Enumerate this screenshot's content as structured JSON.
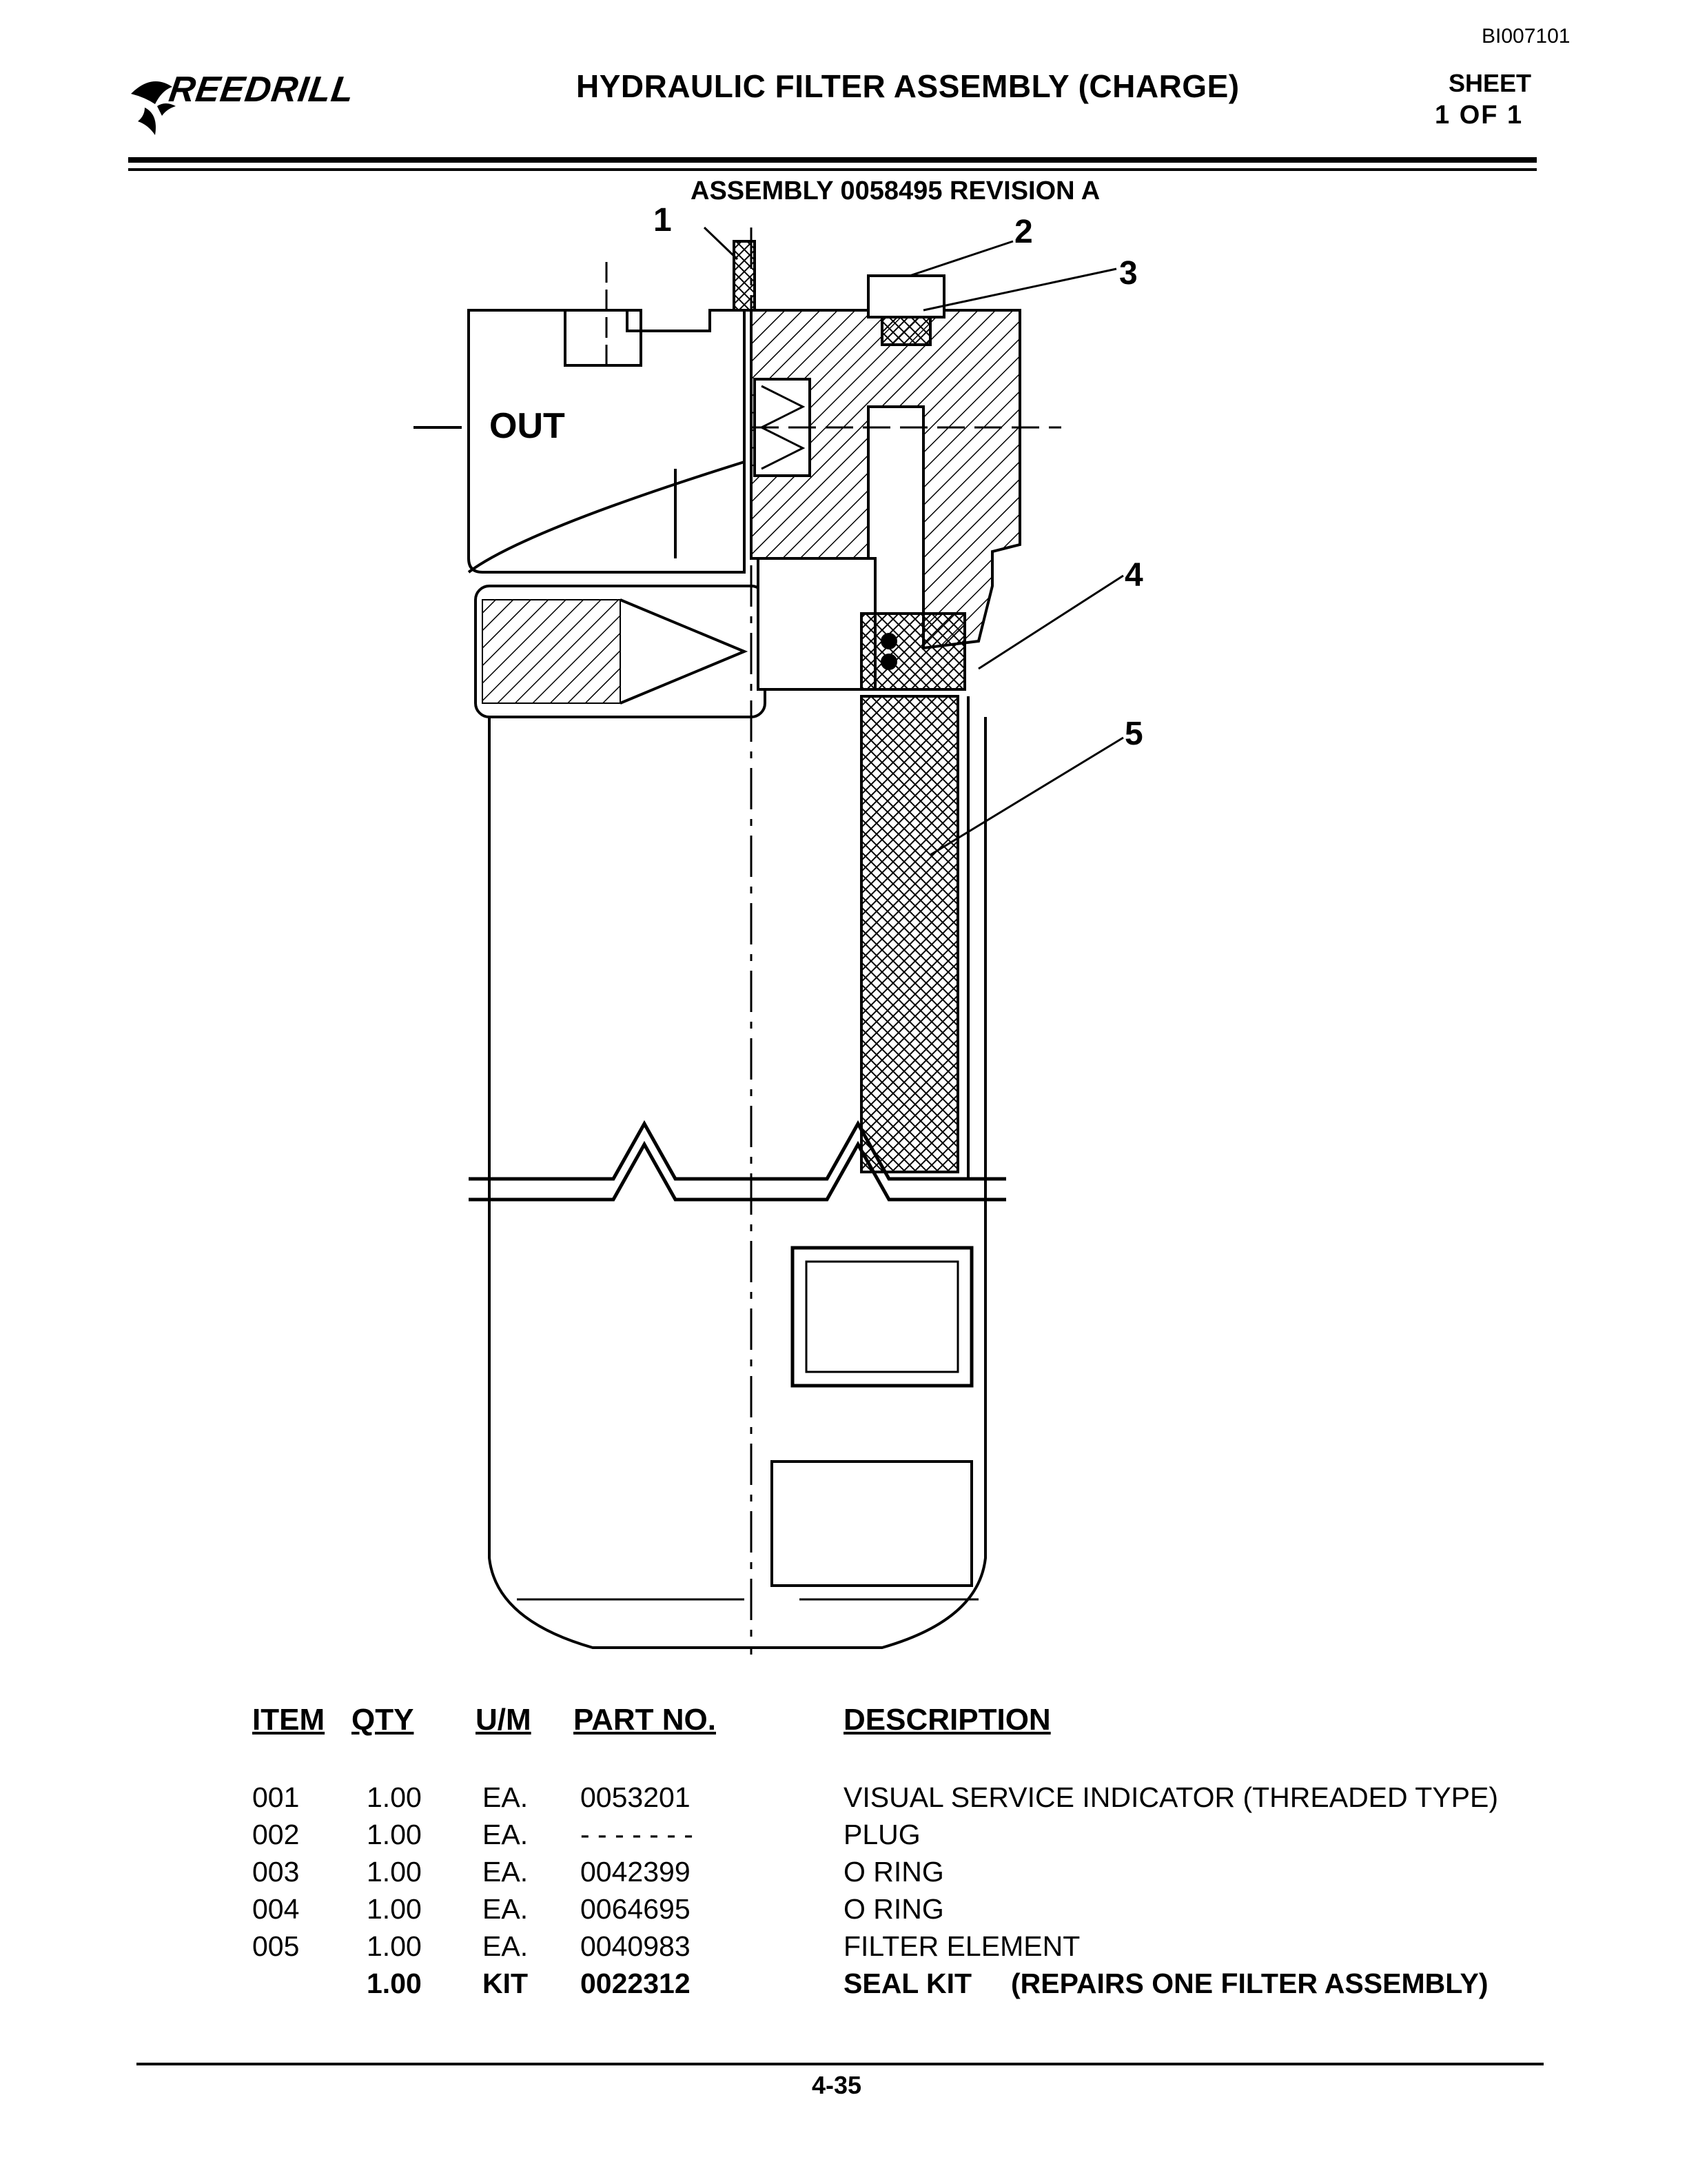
{
  "header": {
    "doc_id": "BI007101",
    "brand": "REEDRILL",
    "title": "HYDRAULIC FILTER ASSEMBLY (CHARGE)",
    "sheet_label": "SHEET",
    "sheet_number": "1 OF 1"
  },
  "assembly_caption": "ASSEMBLY 0058495 REVISION A",
  "drawing": {
    "port_label": "OUT",
    "callouts": [
      "1",
      "2",
      "3",
      "4",
      "5"
    ]
  },
  "parts_table": {
    "columns": [
      "ITEM",
      "QTY",
      "U/M",
      "PART NO.",
      "DESCRIPTION"
    ],
    "rows": [
      {
        "item": "001",
        "qty": "1.00",
        "um": "EA.",
        "part_no": "0053201",
        "description": "VISUAL SERVICE INDICATOR (THREADED TYPE)"
      },
      {
        "item": "002",
        "qty": "1.00",
        "um": "EA.",
        "part_no": "- - - - - - -",
        "description": "PLUG"
      },
      {
        "item": "003",
        "qty": "1.00",
        "um": "EA.",
        "part_no": "0042399",
        "description": "O RING"
      },
      {
        "item": "004",
        "qty": "1.00",
        "um": "EA.",
        "part_no": "0064695",
        "description": "O RING"
      },
      {
        "item": "005",
        "qty": "1.00",
        "um": "EA.",
        "part_no": "0040983",
        "description": "FILTER ELEMENT"
      },
      {
        "item": "",
        "qty": "1.00",
        "um": "KIT",
        "part_no": "0022312",
        "description": "SEAL KIT     (REPAIRS ONE FILTER ASSEMBLY)",
        "bold": true
      }
    ]
  },
  "footer": {
    "page_number": "4-35"
  }
}
